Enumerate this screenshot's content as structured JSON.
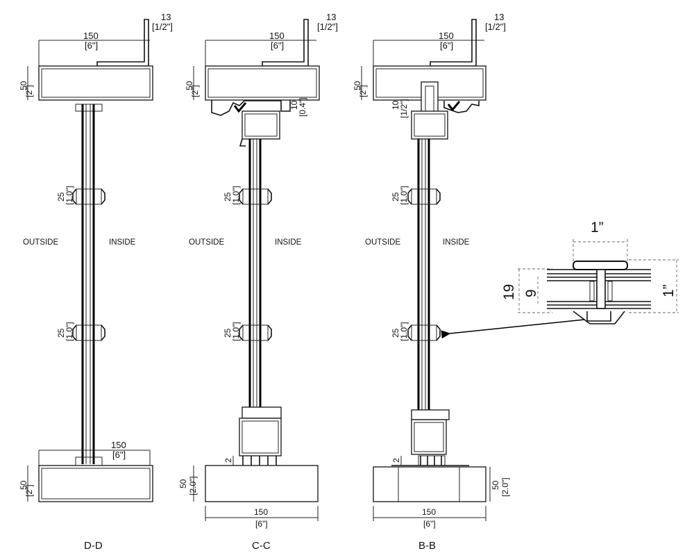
{
  "dims": {
    "top_small": "13",
    "top_small_imp": "[1/2\"]",
    "width": "150",
    "width_imp": "[6\"]",
    "height": "50",
    "height_imp": "[2\"]",
    "height_imp_dec": "[2.0\"]",
    "clip": "25",
    "clip_imp": "[1.0\"]",
    "gap_cc": "10",
    "gap_cc_imp": "[0.4\"]",
    "gap_bb": "10",
    "gap_bb_imp": "[1/2\"]",
    "bottom_gap": "2"
  },
  "labels": {
    "outside": "OUTSIDE",
    "inside": "INSIDE"
  },
  "sections": {
    "dd": "D-D",
    "cc": "C-C",
    "bb": "B-B"
  },
  "detail": {
    "top": "1”",
    "overall": "19",
    "glass": "9",
    "right": "1”"
  }
}
